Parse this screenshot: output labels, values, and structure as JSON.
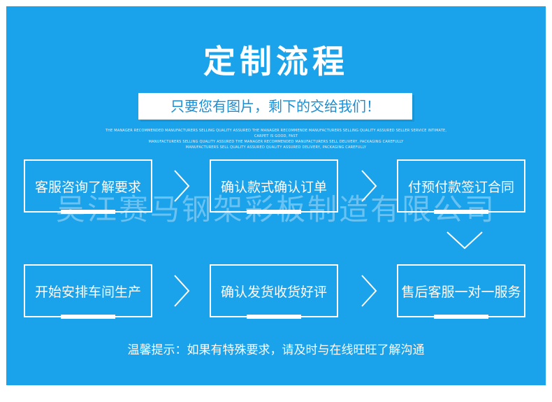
{
  "title": "定制流程",
  "subtitle": "只要您有图片，剩下的交给我们！",
  "fine_print": {
    "line1": "THE MANAGER RECOMMENDED MANUFACTURERS SELLING QUALITY ASSURED THE MANAGER RECOMMENDE MANUFACTURERS SELLING QUALITY ASSURED SELLER SERVICE INTIMATE, CARPET IS GOOD, FAST",
    "line2": "MANUFACTURERS SELLING QUALITY ASSURED THE MANAGER RECOMMENDED MANUFACTURERS SELL DELIVERY, PACKAGING CAREFULLY",
    "line3": "MANUFACTURERS SELL QUALITY ASSURED QUALITY ASSURED DELIVERY, PACKAGING CAREFULLY"
  },
  "steps": [
    {
      "label": "客服咨询了解要求"
    },
    {
      "label": "确认款式确认订单"
    },
    {
      "label": "付预付款签订合同"
    },
    {
      "label": "开始安排车间生产"
    },
    {
      "label": "确认发货收货好评"
    },
    {
      "label": "售后客服一对一服务"
    }
  ],
  "watermark": "吴江赛马钢架彩板制造有限公司",
  "tip": "温馨提示：如果有特殊要求，请及时与在线旺旺了解沟通",
  "colors": {
    "background": "#1aa2ea",
    "accent_text": "#1a8fd6",
    "foreground": "#ffffff"
  },
  "icons": {
    "arrow_right": "chevron-right-icon",
    "arrow_down": "chevron-down-icon"
  }
}
